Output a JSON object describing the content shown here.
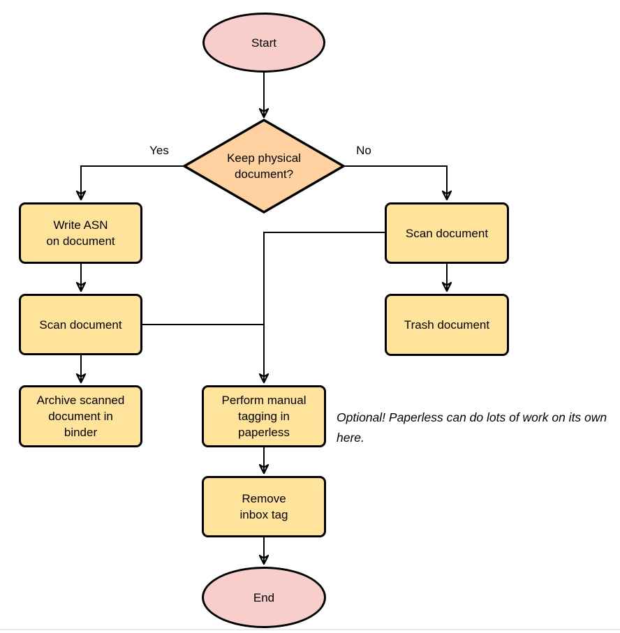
{
  "colors": {
    "terminal_fill": "#f8cecc",
    "decision_fill": "#ffd1a0",
    "process_fill": "#ffe39a",
    "stroke": "#000000",
    "bottom_rule": "#e9ebed"
  },
  "nodes": {
    "start": "Start",
    "decision": "Keep physical\ndocument?",
    "write_asn": "Write ASN\non document",
    "scan_left": "Scan document",
    "archive": "Archive scanned\ndocument in\nbinder",
    "scan_right": "Scan document",
    "trash": "Trash document",
    "tagging": "Perform manual\ntagging in\npaperless",
    "remove_inbox": "Remove\ninbox tag",
    "end": "End"
  },
  "edge_labels": {
    "yes": "Yes",
    "no": "No"
  },
  "note": "Optional! Paperless can do lots of work on its own here."
}
